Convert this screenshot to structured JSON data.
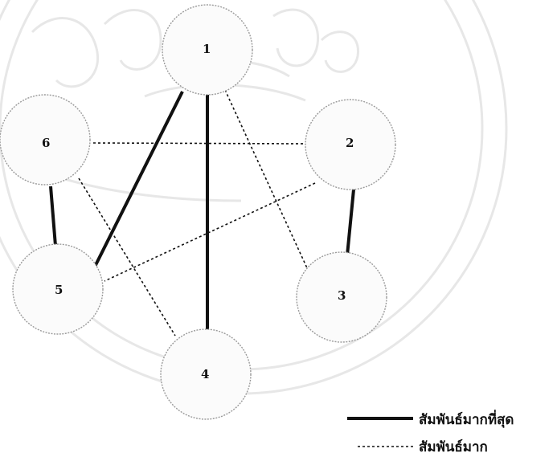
{
  "nodes": [
    {
      "id": "1",
      "label": "1"
    },
    {
      "id": "2",
      "label": "2"
    },
    {
      "id": "3",
      "label": "3"
    },
    {
      "id": "4",
      "label": "4"
    },
    {
      "id": "5",
      "label": "5"
    },
    {
      "id": "6",
      "label": "6"
    }
  ],
  "edges": [
    {
      "from": "1",
      "to": "4",
      "relation": "strongest"
    },
    {
      "from": "1",
      "to": "5",
      "relation": "strongest"
    },
    {
      "from": "6",
      "to": "5",
      "relation": "strongest"
    },
    {
      "from": "2",
      "to": "3",
      "relation": "strongest"
    },
    {
      "from": "1",
      "to": "3",
      "relation": "strong"
    },
    {
      "from": "6",
      "to": "2",
      "relation": "strong"
    },
    {
      "from": "6",
      "to": "4",
      "relation": "strong"
    },
    {
      "from": "2",
      "to": "5",
      "relation": "strong"
    }
  ],
  "legend": {
    "strongest": "สัมพันธ์มากที่สุด",
    "strong": "สัมพันธ์มาก"
  },
  "colors": {
    "line": "#111111",
    "watermark": "#c8c8c8"
  }
}
